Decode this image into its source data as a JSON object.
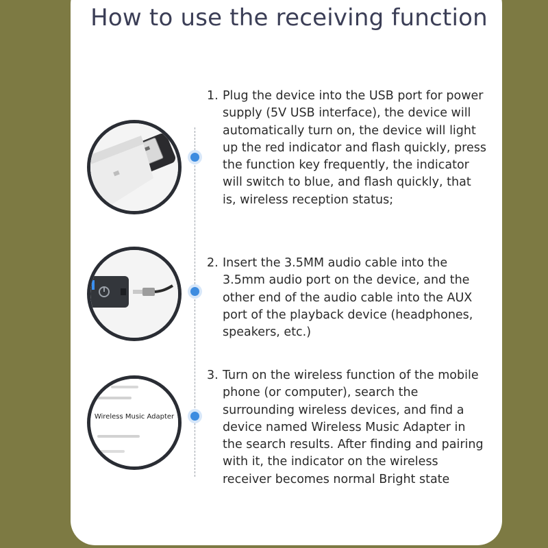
{
  "title": "How to use the receiving function",
  "steps": [
    {
      "number": "1.",
      "text": "Plug the device into the USB port for power supply (5V USB interface), the device will automatically turn on, the device will light up the red indicator and flash quickly, press the function key frequently, the indicator will switch to blue, and flash quickly, that is, wireless reception status;"
    },
    {
      "number": "2.",
      "text": "Insert the 3.5MM audio cable into the 3.5mm audio port on the device, and the other end of the audio cable into the AUX port of the playback device (headphones, speakers, etc.)"
    },
    {
      "number": "3.",
      "text": "Turn on the wireless function of the mobile phone (or computer), search the surrounding wireless devices, and find a device named Wireless Music Adapter in the search results. After finding and pairing with it, the indicator on the wireless receiver becomes normal Bright state"
    }
  ],
  "images": {
    "step1": "usb-adapter-icon",
    "step2": "audio-cable-icon",
    "step3_label": "Wireless Music Adapter"
  },
  "colors": {
    "background": "#7d7a43",
    "card": "#ffffff",
    "title": "#3b3e56",
    "timeline_dot": "#3d8ce0"
  }
}
